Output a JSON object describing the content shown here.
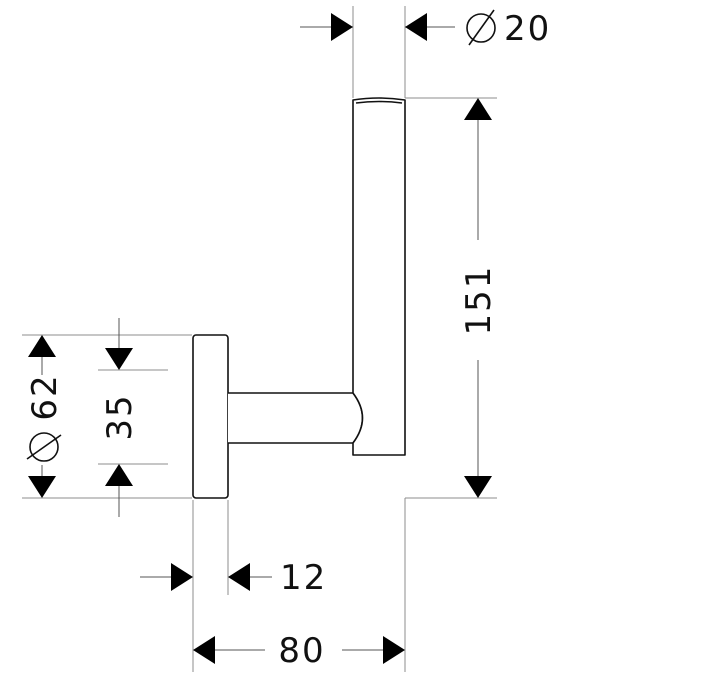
{
  "drawing": {
    "diameter_symbol": "⌀",
    "dimensions": {
      "rod_diameter": "20",
      "rod_height": "151",
      "rosette_diameter": "62",
      "arm_height": "35",
      "rosette_depth": "12",
      "overall_projection": "80"
    },
    "colors": {
      "outline": "#111111",
      "extension_line": "#8c8c8c",
      "arrow": "#000000",
      "background": "#ffffff"
    }
  }
}
